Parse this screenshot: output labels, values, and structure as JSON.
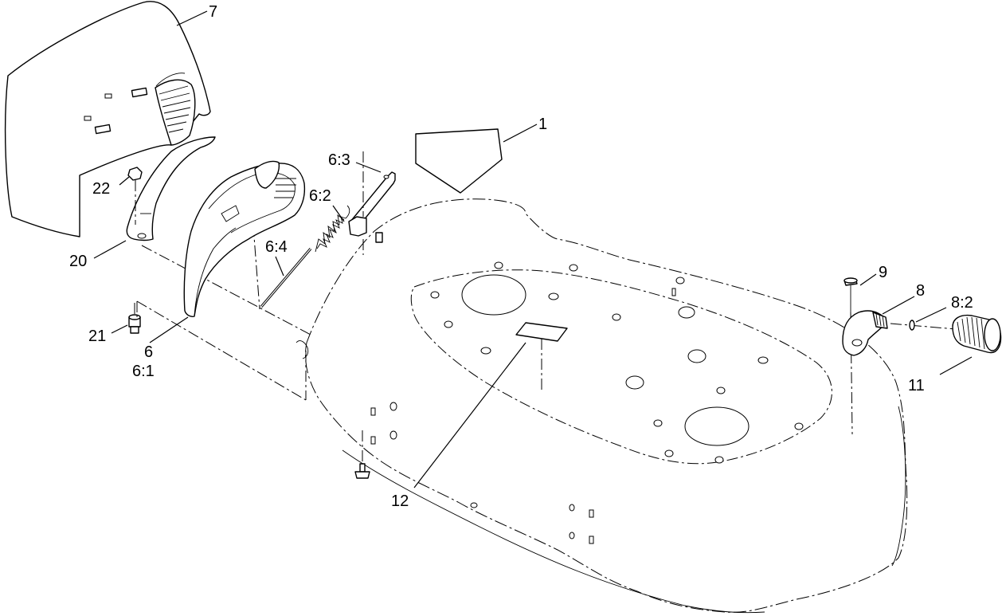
{
  "callouts": {
    "c1": "1",
    "c6": "6",
    "c6_1": "6:1",
    "c6_2": "6:2",
    "c6_3": "6:3",
    "c6_4": "6:4",
    "c7": "7",
    "c8": "8",
    "c8_2": "8:2",
    "c9": "9",
    "c11": "11",
    "c12": "12",
    "c20": "20",
    "c21": "21",
    "c22": "22"
  }
}
